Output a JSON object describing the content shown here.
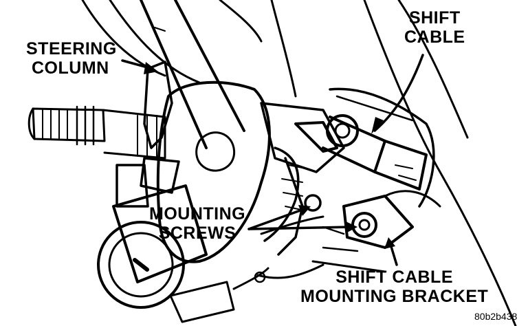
{
  "labels": {
    "steering_column": [
      "STEERING",
      "COLUMN"
    ],
    "shift_cable": [
      "SHIFT",
      "CABLE"
    ],
    "mounting_screws": [
      "MOUNTING",
      "SCREWS"
    ],
    "shift_cable_bracket": [
      "SHIFT CABLE",
      "MOUNTING BRACKET"
    ]
  },
  "figure_code": "80b2b438",
  "colors": {
    "ink": "#000000",
    "paper": "#ffffff"
  }
}
